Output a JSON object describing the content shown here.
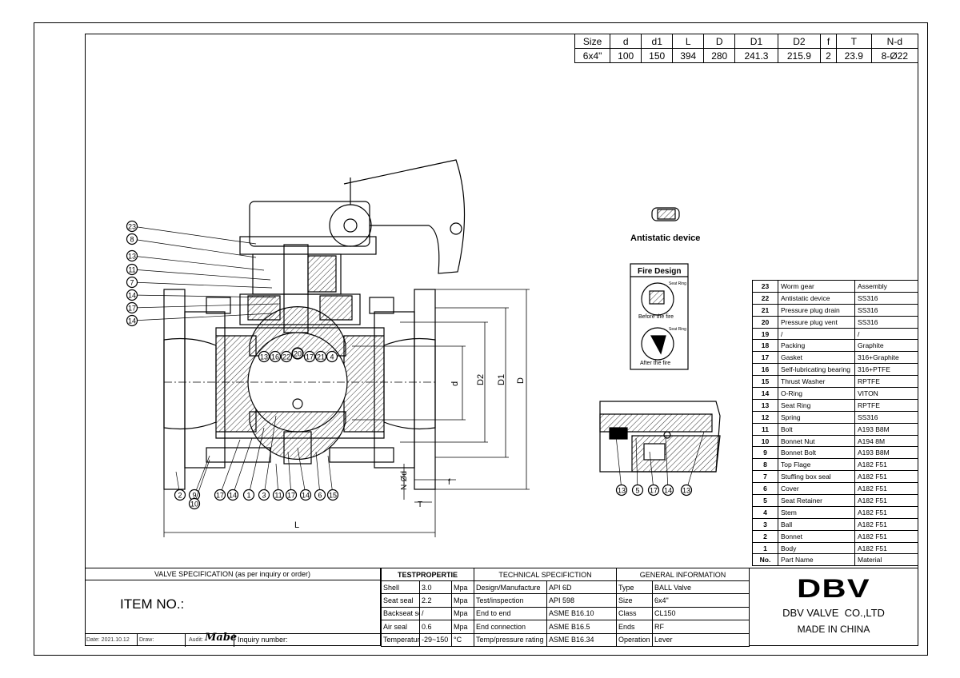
{
  "dimensions": {
    "headers": [
      "Size",
      "d",
      "d1",
      "L",
      "D",
      "D1",
      "D2",
      "f",
      "T",
      "N-d"
    ],
    "values": [
      "6x4\"",
      "100",
      "150",
      "394",
      "280",
      "241.3",
      "215.9",
      "2",
      "23.9",
      "8-Ø22"
    ]
  },
  "parts": [
    [
      "23",
      "Worm gear",
      "Assembly"
    ],
    [
      "22",
      "Antistatic device",
      "SS316"
    ],
    [
      "21",
      "Pressure plug drain",
      "SS316"
    ],
    [
      "20",
      "Pressure plug vent",
      "SS316"
    ],
    [
      "19",
      "/",
      "/"
    ],
    [
      "18",
      "Packing",
      "Graphite"
    ],
    [
      "17",
      "Gasket",
      "316+Graphite"
    ],
    [
      "16",
      "Self-lubricating bearing",
      "316+PTFE"
    ],
    [
      "15",
      "Thrust Washer",
      "RPTFE"
    ],
    [
      "14",
      "O-Ring",
      "VITON"
    ],
    [
      "13",
      "Seat Ring",
      "RPTFE"
    ],
    [
      "12",
      "Spring",
      "SS316"
    ],
    [
      "11",
      "Bolt",
      "A193 B8M"
    ],
    [
      "10",
      "Bonnet Nut",
      "A194 8M"
    ],
    [
      "9",
      "Bonnet Bolt",
      "A193 B8M"
    ],
    [
      "8",
      "Top Flage",
      "A182 F51"
    ],
    [
      "7",
      "Stuffing box seal",
      "A182 F51"
    ],
    [
      "6",
      "Cover",
      "A182 F51"
    ],
    [
      "5",
      "Seat Retainer",
      "A182 F51"
    ],
    [
      "4",
      "Stem",
      "A182 F51"
    ],
    [
      "3",
      "Ball",
      "A182 F51"
    ],
    [
      "2",
      "Bonnet",
      "A182 F51"
    ],
    [
      "1",
      "Body",
      "A182 F51"
    ],
    [
      "No.",
      "Part Name",
      "Material"
    ]
  ],
  "drawing": {
    "antistatic_label": "Antistatic device",
    "fire_design_title": "Fire Design",
    "seat_ring_label": "Seat Ring",
    "before_fire": "Before the fire",
    "after_fire": "After the fire",
    "dim_labels": {
      "d": "d",
      "D2": "D2",
      "D1": "D1",
      "D": "D",
      "L": "L",
      "Nd": "N-Ød",
      "f": "f",
      "T": "T"
    },
    "balloons_left": [
      "23",
      "8",
      "13",
      "11",
      "7",
      "14",
      "17",
      "14"
    ],
    "balloons_bottom": [
      "2",
      "9",
      "10",
      "17",
      "14",
      "1",
      "3",
      "11",
      "17",
      "14",
      "6",
      "15"
    ],
    "balloons_inner": [
      "13",
      "16",
      "22",
      "17",
      "21",
      "4",
      "20"
    ],
    "balloons_detail": [
      "13",
      "5",
      "17",
      "14",
      "13"
    ]
  },
  "title_block": {
    "valve_spec_title": "VALVE SPECIFICATION (as per inquiry or order)",
    "item_no": "ITEM NO.:",
    "date": "Date: 2021.10.12",
    "draw": "Draw:",
    "audit": "Audit:",
    "audit_signature": "Mabe",
    "inquiry": "Inquiry number:",
    "test_title": "TESTPROPERTIE",
    "test_rows": [
      [
        "Shell",
        "3.0",
        "Mpa"
      ],
      [
        "Seat seal",
        "2.2",
        "Mpa"
      ],
      [
        "Backseat seal",
        "/",
        "Mpa"
      ],
      [
        "Air seal",
        "0.6",
        "Mpa"
      ],
      [
        "Temperature",
        "-29~150",
        "°C"
      ]
    ],
    "tech_title": "TECHNICAL SPECIFICTION",
    "tech_rows": [
      [
        "Design/Manufacture",
        "API 6D"
      ],
      [
        "Test/inspection",
        "API 598"
      ],
      [
        "End to end",
        "ASME B16.10"
      ],
      [
        "End connection",
        "ASME B16.5"
      ],
      [
        "Temp/pressure rating",
        "ASME B16.34"
      ]
    ],
    "general_title": "GENERAL INFORMATION",
    "general_rows": [
      [
        "Type",
        "BALL Valve"
      ],
      [
        "Size",
        "6x4\""
      ],
      [
        "Class",
        "CL150"
      ],
      [
        "Ends",
        "RF"
      ],
      [
        "Operation",
        "Lever"
      ]
    ],
    "logo": "DBV",
    "company": "DBV VALVE  CO.,LTD",
    "made_in": "MADE IN CHINA"
  }
}
